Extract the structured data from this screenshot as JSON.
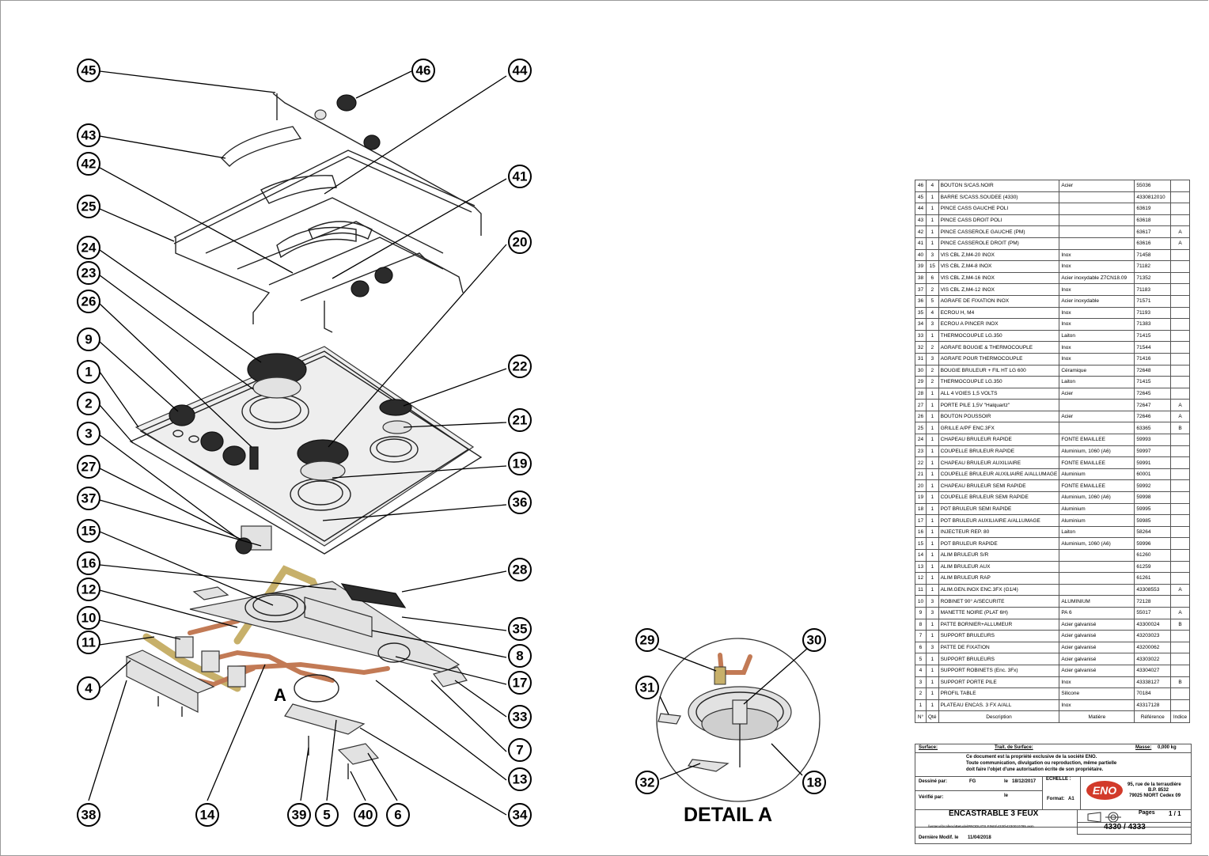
{
  "callouts": [
    "45",
    "46",
    "44",
    "43",
    "42",
    "41",
    "25",
    "24",
    "20",
    "23",
    "26",
    "9",
    "22",
    "1",
    "21",
    "2",
    "19",
    "3",
    "27",
    "36",
    "37",
    "15",
    "28",
    "16",
    "12",
    "35",
    "10",
    "8",
    "11",
    "17",
    "4",
    "33",
    "7",
    "13",
    "34",
    "38",
    "14",
    "39",
    "5",
    "40",
    "6",
    "29",
    "30",
    "31",
    "32",
    "18",
    "A"
  ],
  "detail_title": "DETAIL A",
  "bom": {
    "headers": [
      "N°",
      "Qté",
      "Description",
      "Matière",
      "Référence",
      "Indice"
    ],
    "rows": [
      [
        "46",
        "4",
        "BOUTON S/CAS.NOIR",
        "Acier",
        "55036",
        ""
      ],
      [
        "45",
        "1",
        "BARRE S/CASS.SOUDEE (4330)",
        "",
        "4330812010",
        ""
      ],
      [
        "44",
        "1",
        "PINCE CASS GAUCHE POLI",
        "",
        "63619",
        ""
      ],
      [
        "43",
        "1",
        "PINCE CASS DROIT POLI",
        "",
        "63618",
        ""
      ],
      [
        "42",
        "1",
        "PINCE CASSEROLE GAUCHE (PM)",
        "",
        "63617",
        "A"
      ],
      [
        "41",
        "1",
        "PINCE CASSEROLE DROIT (PM)",
        "",
        "63616",
        "A"
      ],
      [
        "40",
        "3",
        "VIS CBL Z,M4-20 INOX",
        "Inox",
        "71458",
        ""
      ],
      [
        "39",
        "15",
        "VIS CBL Z,M4-8 INOX",
        "Inox",
        "71182",
        ""
      ],
      [
        "38",
        "6",
        "VIS CBL Z,M4-16 INOX",
        "Acier inoxydable Z7CN18.09",
        "71352",
        ""
      ],
      [
        "37",
        "2",
        "VIS CBL Z,M4-12 INOX",
        "Inox",
        "71183",
        ""
      ],
      [
        "36",
        "5",
        "AGRAFE DE FIXATION INOX",
        "Acier inoxydable",
        "71571",
        ""
      ],
      [
        "35",
        "4",
        "ECROU H, M4",
        "Inox",
        "71193",
        ""
      ],
      [
        "34",
        "3",
        "ECROU A PINCER INOX",
        "Inox",
        "71383",
        ""
      ],
      [
        "33",
        "1",
        "THERMOCOUPLE LG.350",
        "Laiton",
        "71415",
        ""
      ],
      [
        "32",
        "2",
        "AGRAFE BOUGIE & THERMOCOUPLE",
        "Inox",
        "71544",
        ""
      ],
      [
        "31",
        "3",
        "AGRAFE POUR THERMOCOUPLE",
        "Inox",
        "71416",
        ""
      ],
      [
        "30",
        "2",
        "BOUGIE BRULEUR + FIL HT LG 600",
        "Céramique",
        "72648",
        ""
      ],
      [
        "29",
        "2",
        "THERMOCOUPLE LG.350",
        "Laiton",
        "71415",
        ""
      ],
      [
        "28",
        "1",
        "ALL 4 VOIES 1,5 VOLTS",
        "Acier",
        "72645",
        ""
      ],
      [
        "27",
        "1",
        "PORTE PILE 1,5V \"Halquartz\"",
        "",
        "72647",
        "A"
      ],
      [
        "26",
        "1",
        "BOUTON POUSSOIR",
        "Acier",
        "72646",
        "A"
      ],
      [
        "25",
        "1",
        "GRILLE A/PF ENC.3FX",
        "",
        "63365",
        "B"
      ],
      [
        "24",
        "1",
        "CHAPEAU BRULEUR RAPIDE",
        "FONTE EMAILLEE",
        "59993",
        ""
      ],
      [
        "23",
        "1",
        "COUPELLE BRULEUR RAPIDE",
        "Aluminium, 1060 (A6)",
        "59997",
        ""
      ],
      [
        "22",
        "1",
        "CHAPEAU BRULEUR AUXILIAIRE",
        "FONTE EMAILLEE",
        "59991",
        ""
      ],
      [
        "21",
        "1",
        "COUPELLE BRULEUR AUXILIAIRE A/ALLUMAGE",
        "Aluminium",
        "60001",
        ""
      ],
      [
        "20",
        "1",
        "CHAPEAU BRULEUR SEMI RAPIDE",
        "FONTE EMAILLEE",
        "59992",
        ""
      ],
      [
        "19",
        "1",
        "COUPELLE BRULEUR SEMI RAPIDE",
        "Aluminium, 1060 (A6)",
        "59998",
        ""
      ],
      [
        "18",
        "1",
        "POT BRULEUR SEMI RAPIDE",
        "Aluminium",
        "59995",
        ""
      ],
      [
        "17",
        "1",
        "POT BRULEUR AUXILIAIRE A/ALLUMAGE",
        "Aluminium",
        "59985",
        ""
      ],
      [
        "16",
        "1",
        "INJECTEUR REP. 80",
        "Laiton",
        "58264",
        ""
      ],
      [
        "15",
        "1",
        "POT BRULEUR RAPIDE",
        "Aluminium, 1060 (A6)",
        "59996",
        ""
      ],
      [
        "14",
        "1",
        "ALIM BRULEUR S/R",
        "",
        "61260",
        ""
      ],
      [
        "13",
        "1",
        "ALIM BRULEUR AUX",
        "",
        "61259",
        ""
      ],
      [
        "12",
        "1",
        "ALIM BRULEUR RAP",
        "",
        "61261",
        ""
      ],
      [
        "11",
        "1",
        "ALIM.GEN.INOX ENC.3FX (G1/4)",
        "",
        "43308553",
        "A"
      ],
      [
        "10",
        "3",
        "ROBINET 90° A/SECURITE",
        "ALUMINIUM",
        "72128",
        ""
      ],
      [
        "9",
        "3",
        "MANETTE NOIRE (PLAT 6H)",
        "PA 6",
        "55017",
        "A"
      ],
      [
        "8",
        "1",
        "PATTE BORNIER+ALLUMEUR",
        "Acier galvanisé",
        "43300024",
        "B"
      ],
      [
        "7",
        "1",
        "SUPPORT BRULEURS",
        "Acier galvanisé",
        "43203023",
        ""
      ],
      [
        "6",
        "3",
        "PATTE DE FIXATION",
        "Acier galvanisé",
        "43200062",
        ""
      ],
      [
        "5",
        "1",
        "SUPPORT BRULEURS",
        "Acier galvanisé",
        "43303022",
        ""
      ],
      [
        "4",
        "1",
        "SUPPORT ROBINETS (Enc. 3Fx)",
        "Acier galvanisé",
        "43304027",
        ""
      ],
      [
        "3",
        "1",
        "SUPPORT PORTE PILE",
        "Inox",
        "43338127",
        "B"
      ],
      [
        "2",
        "1",
        "PROFIL TABLE",
        "Silicone",
        "70184",
        ""
      ],
      [
        "1",
        "1",
        "PLATEAU ENCAS. 3 FX A/ALL",
        "Inox",
        "43317128",
        ""
      ]
    ]
  },
  "title_block": {
    "surface_label": "Surface:",
    "treatment_label": "Trait. de Surface:",
    "mass_label": "Masse:",
    "mass_value": "0,000 kg",
    "notice_line1": "Ce document est la propriété exclusive de la société ENO.",
    "notice_line2": "Toute communication, divulgation ou reproduction, même partielle",
    "notice_line3": "doit faire l'objet d'une autorisation écrite de son propriétaire.",
    "drawn_by_label": "Dessiné par:",
    "drawn_by": "FG",
    "date_label": "le",
    "date": "18/12/2017",
    "scale_label": "ECHELLE :",
    "checked_label": "Vérifié par:",
    "checked_date_label": "le",
    "format_label": "Format:",
    "format": "A1",
    "logo": "ENO",
    "address1": "95, rue de la terraudière",
    "address2": "B.P. 8532",
    "address3": "79025 NIORT Cedex 09",
    "product_title": "ENCASTRABLE 3 FEUX",
    "pages_label": "Pages",
    "pages": "1 / 1",
    "file_path": "\\\\enteno\\bcafeno\\Betude\\PRODUITS FINIS\\4330\\4330010785.asm",
    "drawing_number": "4330 / 4333",
    "last_modified_label": "Dernière Modif. le",
    "last_modified": "11/04/2018"
  },
  "colors": {
    "copper": "#c27a55",
    "brass": "#c7b06a",
    "logo_red": "#d23a2a"
  }
}
